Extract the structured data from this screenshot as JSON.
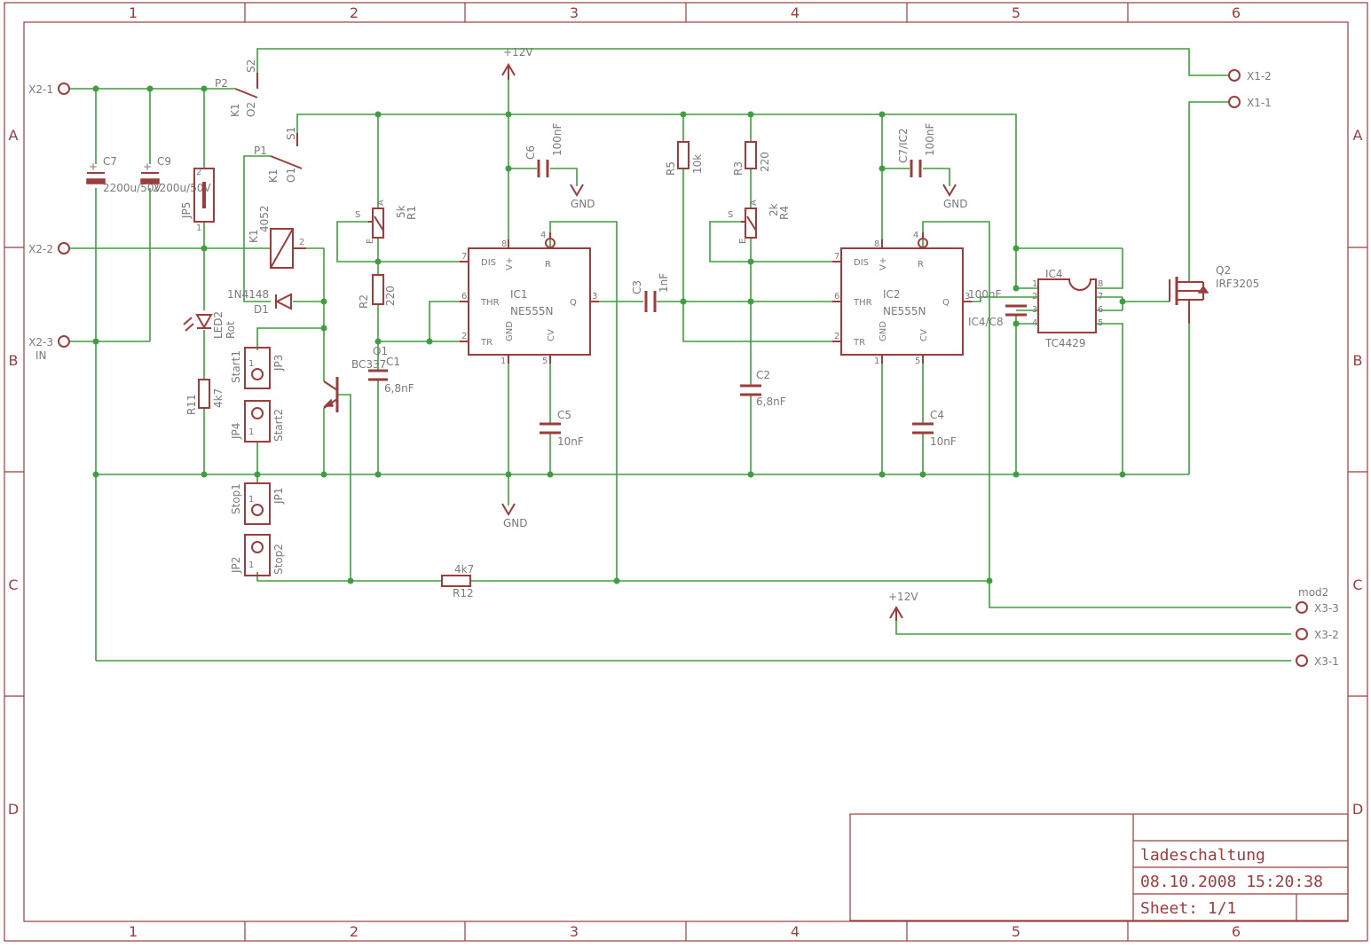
{
  "colors": {
    "frame": "#9b3d3d",
    "wire": "#3f9e3f",
    "label": "#7a7a7a"
  },
  "grid": {
    "columns": [
      "1",
      "2",
      "3",
      "4",
      "5",
      "6"
    ],
    "rows": [
      "A",
      "B",
      "C",
      "D"
    ]
  },
  "title_block": {
    "name": "ladeschaltung",
    "date": "08.10.2008 15:20:38",
    "sheet": "Sheet: 1/1"
  },
  "connectors": {
    "x2_1": "X2-1",
    "x2_2": "X2-2",
    "x2_3": "X2-3",
    "in": "IN",
    "x1_2": "X1-2",
    "x1_1": "X1-1",
    "x3_3": "X3-3",
    "x3_2": "X3-2",
    "x3_1": "X3-1",
    "mod2": "mod2"
  },
  "supply": {
    "vcc": "+12V",
    "gnd": "GND"
  },
  "parts": {
    "c7": "C7",
    "c7_val": "2200u/50V",
    "c9": "C9",
    "c9_val": "2200u/50V",
    "jp5": "JP5",
    "k1": "K1",
    "k1_val": "4052",
    "k1_s2": "S2",
    "k1_p2": "P2",
    "k1_o2": "O2",
    "k1_s1": "S1",
    "k1_p1": "P1",
    "k1_o1": "O1",
    "d1": "D1",
    "d1_val": "1N4148",
    "led2": "LED2",
    "led2_val": "Rot",
    "r11": "R11",
    "r11_val": "4k7",
    "jp3": "JP3",
    "start1": "Start1",
    "jp4": "JP4",
    "start2": "Start2",
    "jp1": "JP1",
    "stop1": "Stop1",
    "jp2": "JP2",
    "stop2": "Stop2",
    "q1": "Q1",
    "q1_val": "BC337",
    "r1": "R1",
    "r1_val": "5k",
    "r2": "R2",
    "r2_val": "220",
    "c1": "C1",
    "c1_val": "6,8nF",
    "c6": "C6",
    "c6_val": "100nF",
    "c5": "C5",
    "c5_val": "10nF",
    "c3": "C3",
    "c3_val": "1nF",
    "ic1": "IC1",
    "ic1_val": "NE555N",
    "r5": "R5",
    "r5_val": "10k",
    "r3": "R3",
    "r3_val": "220",
    "r4": "R4",
    "r4_val": "2k",
    "c2": "C2",
    "c2_val": "6,8nF",
    "ic2": "IC2",
    "ic2_val": "NE555N",
    "c7ic2": "C7/IC2",
    "c7ic2_val": "100nF",
    "c4": "C4",
    "c4_val": "10nF",
    "c8": "IC4/C8",
    "c8_val": "100nF",
    "ic4": "IC4",
    "ic4_val": "TC4429",
    "q2": "Q2",
    "q2_val": "IRF3205",
    "r12": "R12",
    "r12_val": "4k7"
  },
  "ne555_pins": {
    "dis": "DIS",
    "vplus": "V+",
    "r": "R",
    "thr": "THR",
    "tr": "TR",
    "gnd": "GND",
    "cv": "CV",
    "q": "Q"
  },
  "pin_numbers": {
    "p1": "1",
    "p2": "2",
    "p3": "3",
    "p4": "4",
    "p5": "5",
    "p6": "6",
    "p7": "7",
    "p8": "8",
    "s": "S",
    "a": "A",
    "e": "E"
  }
}
